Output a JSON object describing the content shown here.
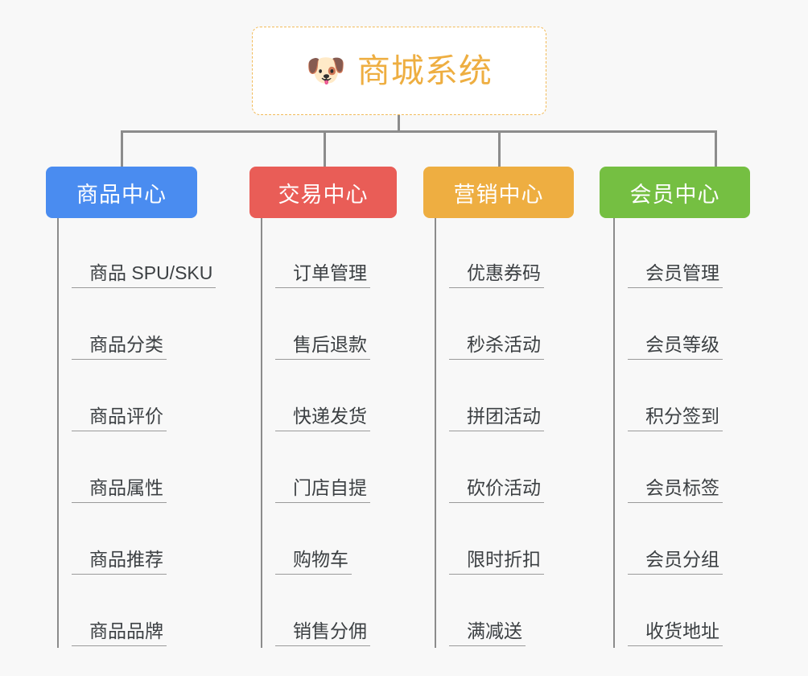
{
  "diagram": {
    "type": "mindmap",
    "background_color": "#f8f8f8",
    "root": {
      "icon": "shiba-dog-face-icon",
      "icon_glyph": "🐶",
      "title": "商城系统",
      "accent_color": "#eeae41",
      "border_style": "dashed"
    },
    "branches": [
      {
        "name": "product-center",
        "label": "商品中心",
        "color": "#4a8cf0",
        "items": [
          {
            "label": "商品 SPU/SKU"
          },
          {
            "label": "商品分类"
          },
          {
            "label": "商品评价"
          },
          {
            "label": "商品属性"
          },
          {
            "label": "商品推荐"
          },
          {
            "label": "商品品牌"
          }
        ]
      },
      {
        "name": "trade-center",
        "label": "交易中心",
        "color": "#e95d57",
        "items": [
          {
            "label": "订单管理"
          },
          {
            "label": "售后退款"
          },
          {
            "label": "快递发货"
          },
          {
            "label": "门店自提"
          },
          {
            "label": "购物车"
          },
          {
            "label": "销售分佣"
          }
        ]
      },
      {
        "name": "marketing-center",
        "label": "营销中心",
        "color": "#eeae41",
        "items": [
          {
            "label": "优惠券码"
          },
          {
            "label": "秒杀活动"
          },
          {
            "label": "拼团活动"
          },
          {
            "label": "砍价活动"
          },
          {
            "label": "限时折扣"
          },
          {
            "label": "满减送"
          }
        ]
      },
      {
        "name": "member-center",
        "label": "会员中心",
        "color": "#75bf42",
        "items": [
          {
            "label": "会员管理"
          },
          {
            "label": "会员等级"
          },
          {
            "label": "积分签到"
          },
          {
            "label": "会员标签"
          },
          {
            "label": "会员分组"
          },
          {
            "label": "收货地址"
          }
        ]
      }
    ],
    "connector_color": "#8c8c8c",
    "leaf_text_color": "#3c4043",
    "leaf_underline_color": "#9a9a9a"
  }
}
